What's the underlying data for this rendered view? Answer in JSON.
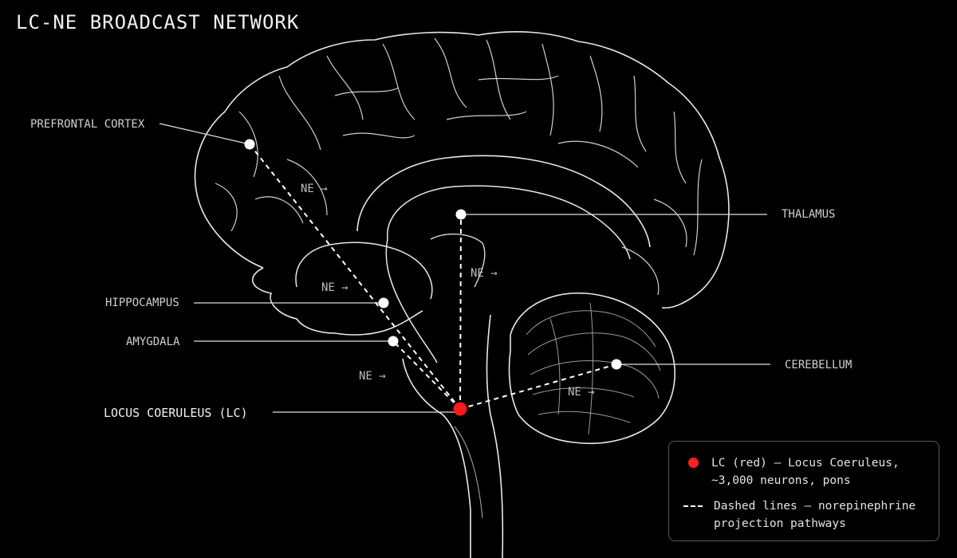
{
  "title": "LC-NE BROADCAST NETWORK",
  "regions": {
    "prefrontal": "PREFRONTAL CORTEX",
    "thalamus": "THALAMUS",
    "hippocampus": "HIPPOCAMPUS",
    "amygdala": "AMYGDALA",
    "cerebellum": "CEREBELLUM",
    "lc": "LOCUS COERULEUS (LC)"
  },
  "pathway_label": "NE →",
  "legend": {
    "lc": "LC (red) — Locus Coeruleus,\n~3,000 neurons, pons",
    "dashed": "Dashed lines — norepinephrine\nprojection pathways"
  },
  "colors": {
    "lc_node": "#ff1a1a",
    "node": "#ffffff",
    "line": "#e0e0e0",
    "background": "#000000"
  }
}
